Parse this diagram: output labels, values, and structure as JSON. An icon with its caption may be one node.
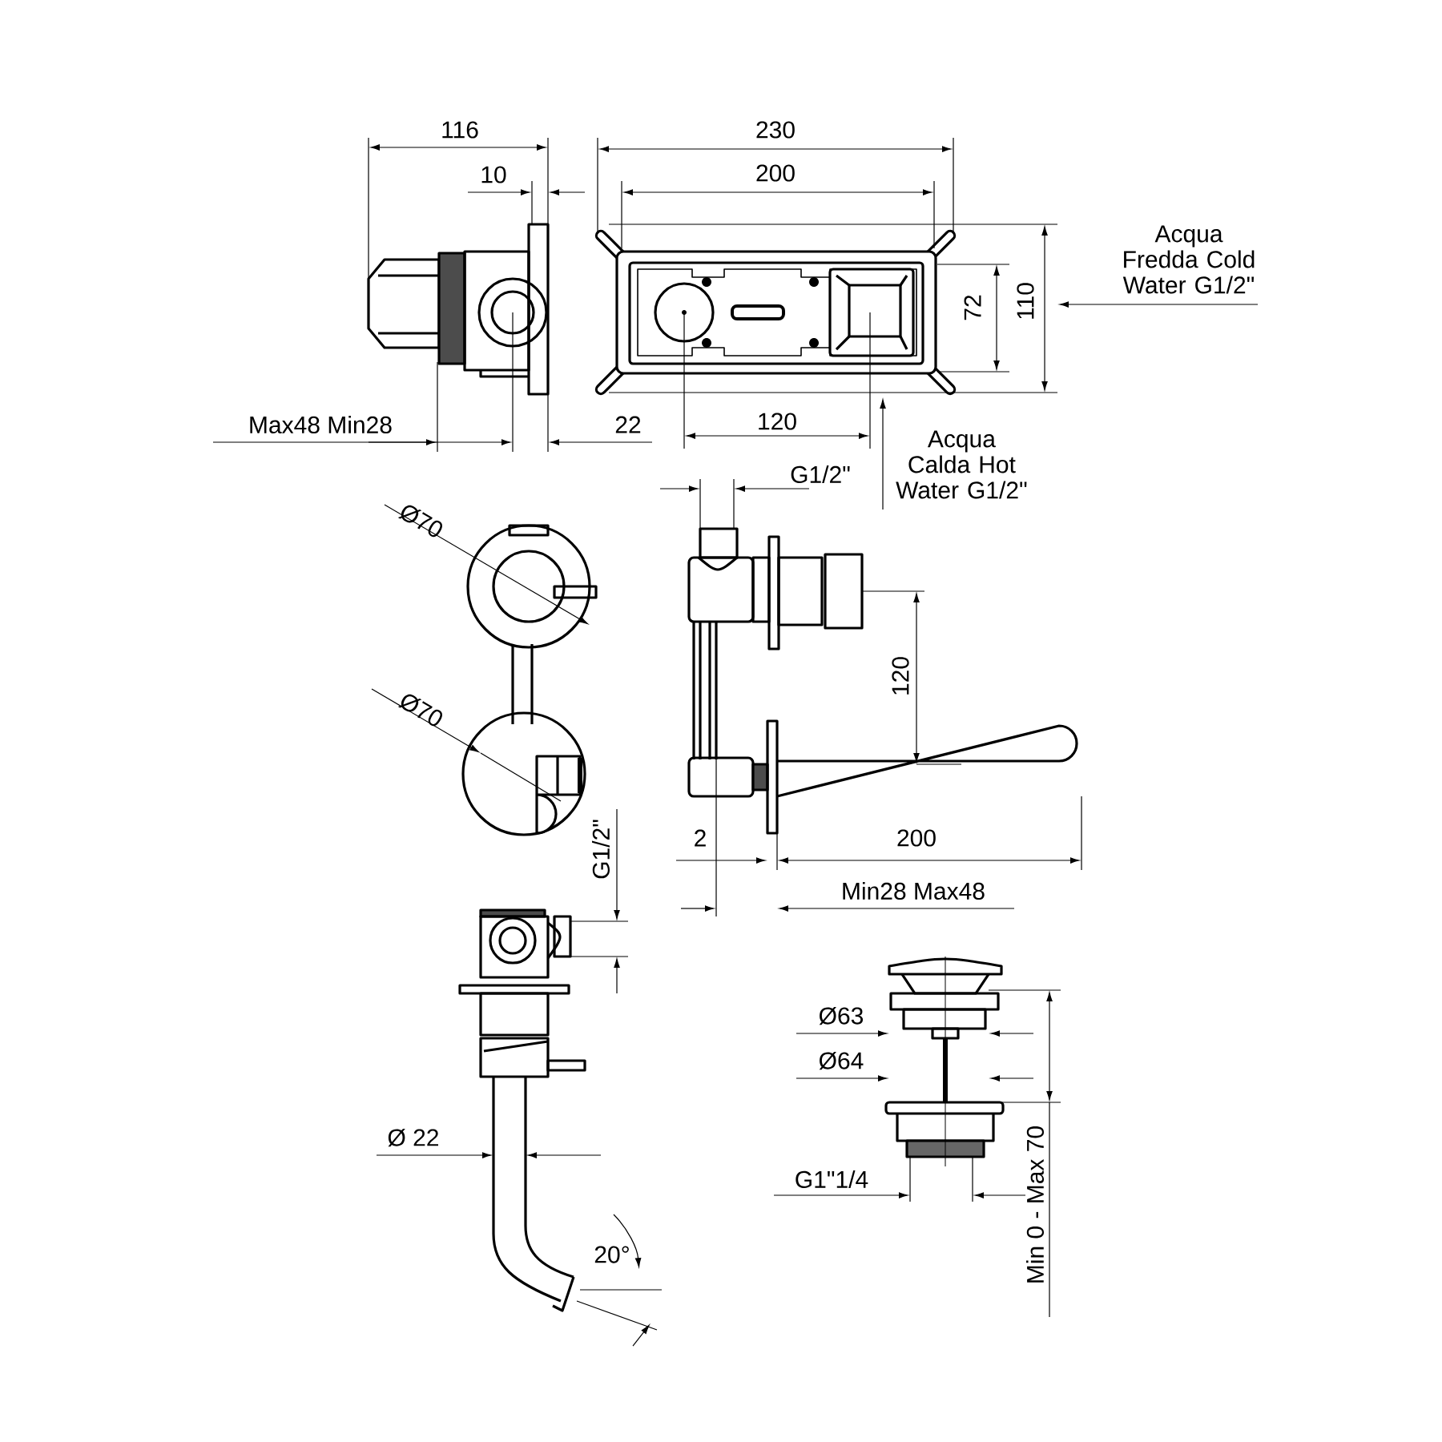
{
  "diagram": {
    "labels": [
      "116",
      "10",
      "230",
      "200",
      "72",
      "110",
      "Acqua Fredda Cold Water G1/2\"",
      "Max48  Min28",
      "22",
      "120",
      "Acqua Calda Hot Water G1/2\"",
      "G1/2\"",
      "Ø70",
      "Ø70",
      "120",
      "G1/2\"",
      "2",
      "200",
      "Min28  Max48",
      "Ø63",
      "Ø64",
      "Ø 22",
      "G1\"1/4",
      "20°",
      "Min 0 - Max 70"
    ]
  }
}
